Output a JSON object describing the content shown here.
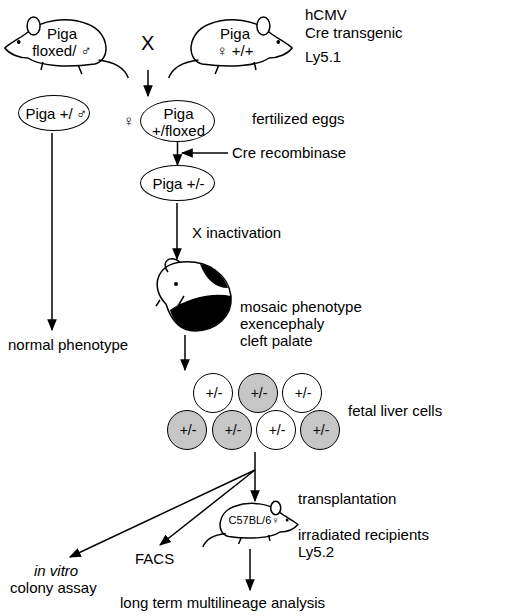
{
  "diagram": {
    "nodes": [
      {
        "text": [
          "Piga floxed/ ♂"
        ]
      },
      {
        "text": [
          "Piga ♀ +/+"
        ]
      },
      {
        "text": [
          "Piga +/",
          "♂"
        ]
      },
      {
        "text": [
          "♀",
          "Piga +/floxed"
        ]
      },
      {
        "text": [
          "Piga +/-"
        ]
      },
      {
        "text": [
          "+/-"
        ]
      },
      {
        "text": [
          "+/-"
        ]
      },
      {
        "text": [
          "+/-"
        ]
      },
      {
        "text": [
          "+/-"
        ]
      },
      {
        "text": [
          "+/-"
        ]
      },
      {
        "text": [
          "+/-"
        ]
      },
      {
        "text": [
          "+/-"
        ]
      },
      {
        "text": [
          "C57BL/6♀"
        ]
      }
    ],
    "edges": [
      {
        "from": 3,
        "to": 4,
        "arrow": "to"
      }
    ],
    "labels": [
      "X",
      "hCMV",
      "Cre transgenic",
      "Ly5.1",
      "fertilized eggs",
      "Cre recombinase",
      "normal phenotype",
      "X inactivation",
      "mosaic phenotype",
      "exencephaly",
      "cleft palate",
      "fetal liver cells",
      "in vitro",
      "colony assay",
      "FACS",
      "transplantation",
      "irradiated recipients Ly5.2",
      "long term multilineage analysis"
    ]
  }
}
